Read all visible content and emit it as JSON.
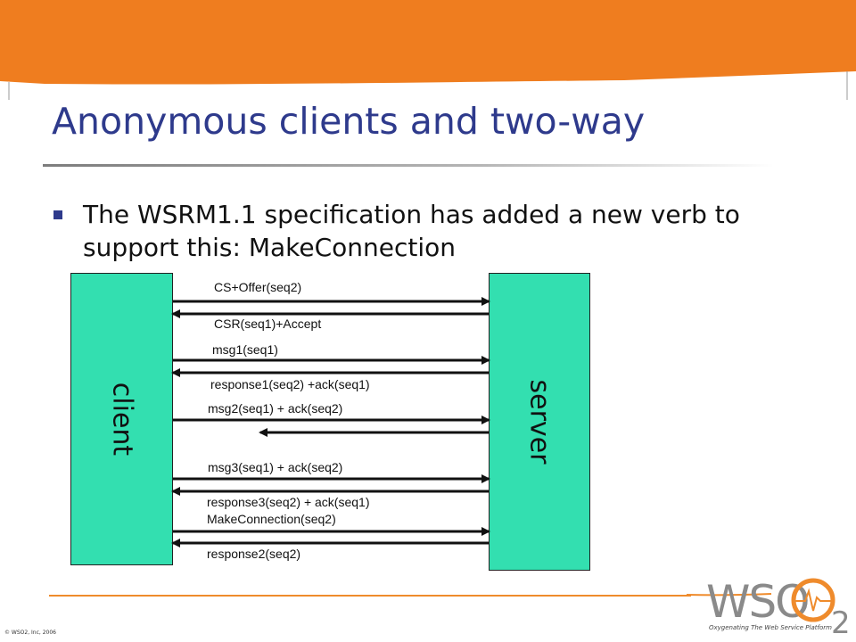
{
  "slide": {
    "title": "Anonymous clients and two-way",
    "bullet": "The WSRM1.1 specification has added a new verb to support this: MakeConnection"
  },
  "diagram": {
    "client_label": "client",
    "server_label": "server",
    "messages": [
      "CS+Offer(seq2)",
      "CSR(seq1)+Accept",
      "msg1(seq1)",
      "response1(seq2) +ack(seq1)",
      "msg2(seq1) + ack(seq2)",
      "msg3(seq1) + ack(seq2)",
      "response3(seq2) + ack(seq1)",
      "MakeConnection(seq2)",
      "response2(seq2)"
    ]
  },
  "footer": {
    "copyright": "© WSO2, Inc, 2006",
    "logo_text": "WSO",
    "logo_subscript": "2",
    "tagline": "Oxygenating The Web Service Platform"
  },
  "colors": {
    "header": "#ef7d1f",
    "title": "#2e3a8c",
    "actor_fill": "#33dfb0",
    "logo_orange": "#ef8b2c",
    "logo_gray": "#8a8a8a"
  }
}
